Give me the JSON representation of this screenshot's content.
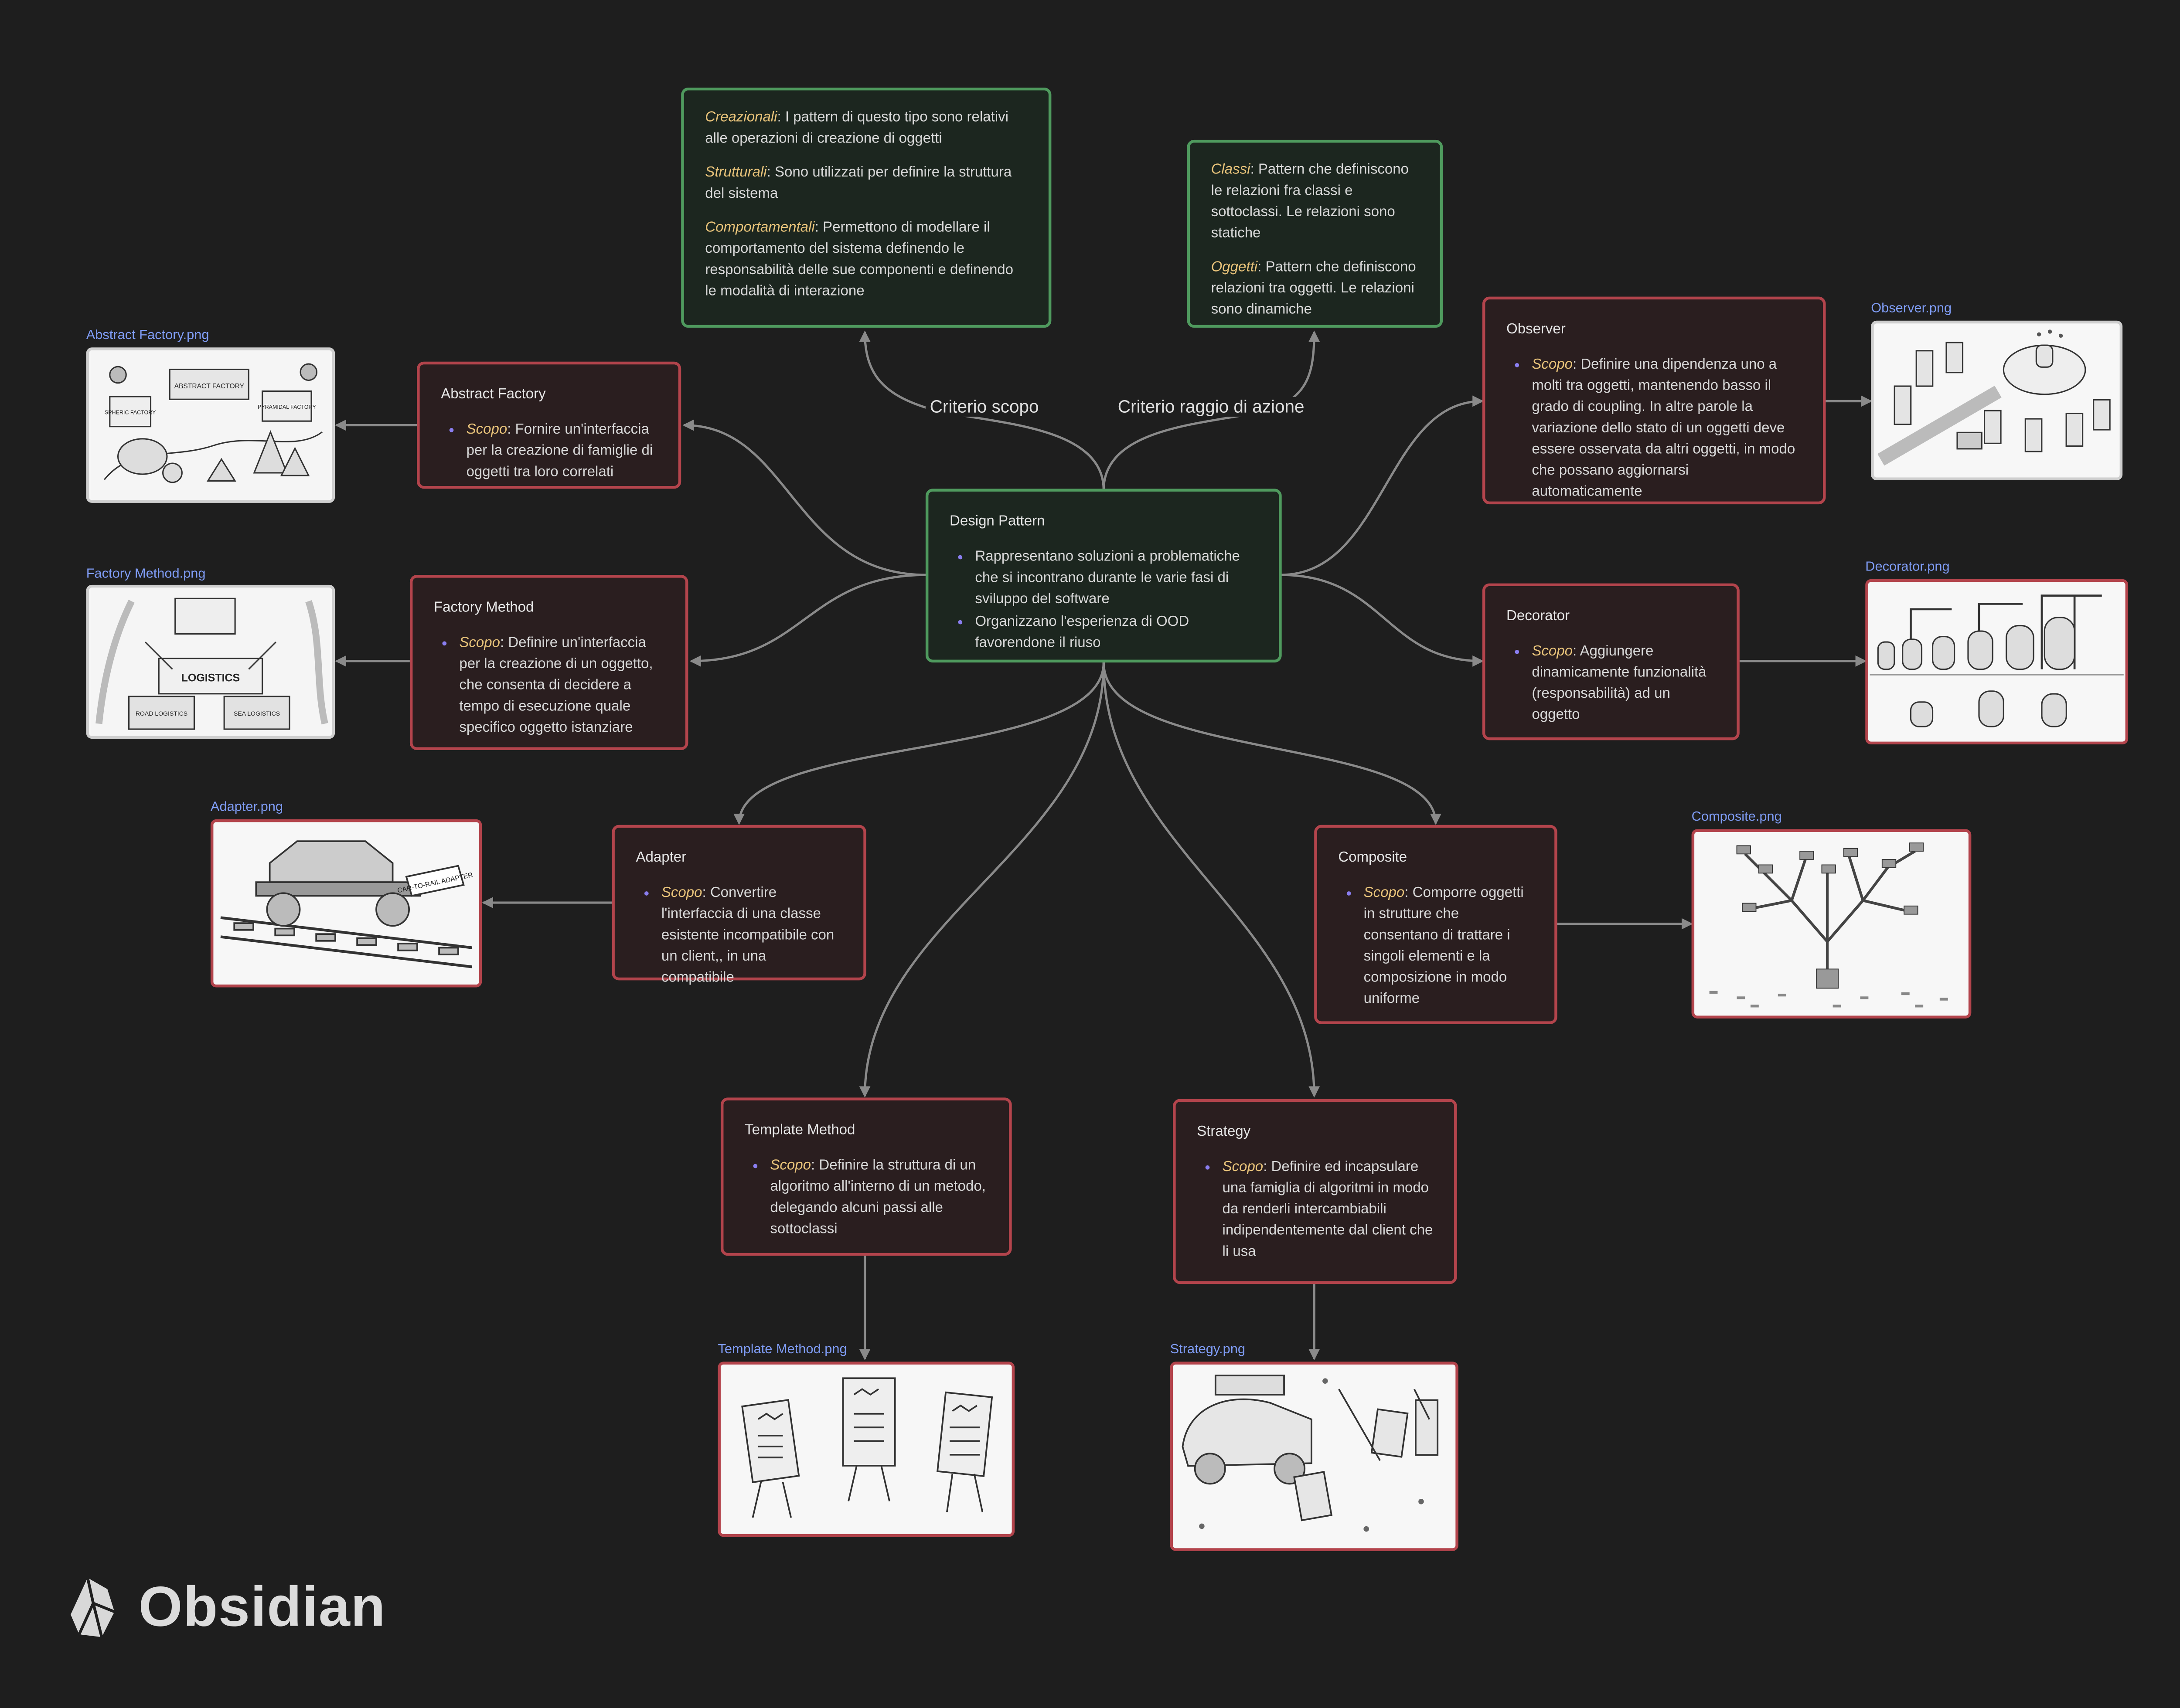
{
  "center": {
    "title": "Design Pattern",
    "bullets": [
      "Rappresentano soluzioni a problematiche che si incontrano durante le varie fasi di sviluppo del software",
      "Organizzano l'esperienza di OOD favorendone il riuso"
    ]
  },
  "edge_labels": {
    "scopo": "Criterio scopo",
    "raggio": "Criterio raggio di azione"
  },
  "criterio_scopo": {
    "items": [
      {
        "kw": "Creazionali",
        "text": ": I pattern di questo tipo sono relativi alle operazioni di creazione di oggetti"
      },
      {
        "kw": "Strutturali",
        "text": ": Sono utilizzati per definire la struttura del sistema"
      },
      {
        "kw": "Comportamentali",
        "text": ": Permettono di modellare il comportamento del sistema definendo le responsabilità delle sue componenti e definendo le modalità di interazione"
      }
    ]
  },
  "criterio_raggio": {
    "items": [
      {
        "kw": "Classi",
        "text": ": Pattern che definiscono le relazioni fra classi e sottoclassi. Le relazioni sono statiche"
      },
      {
        "kw": "Oggetti",
        "text": ": Pattern che definiscono relazioni tra oggetti. Le relazioni sono dinamiche"
      }
    ]
  },
  "scope_kw": "Scopo",
  "patterns": {
    "abstract_factory": {
      "title": "Abstract Factory",
      "text": ": Fornire un'interfaccia per la creazione di famiglie di oggetti tra loro correlati",
      "image": "Abstract Factory.png"
    },
    "factory_method": {
      "title": "Factory Method",
      "text": ": Definire un'interfaccia per la creazione di un oggetto, che consenta di decidere a tempo di esecuzione quale specifico oggetto istanziare",
      "image": "Factory Method.png"
    },
    "adapter": {
      "title": "Adapter",
      "text": ": Convertire l'interfaccia di una classe esistente incompatibile con un client,, in una compatibile",
      "image": "Adapter.png"
    },
    "template_method": {
      "title": "Template Method",
      "text": ": Definire la struttura di un algoritmo all'interno di un metodo, delegando alcuni passi alle sottoclassi",
      "image": "Template Method.png"
    },
    "strategy": {
      "title": "Strategy",
      "text": ": Definire ed incapsulare una famiglia di algoritmi in modo da renderli intercambiabili indipendentemente dal client che li usa",
      "image": "Strategy.png"
    },
    "composite": {
      "title": "Composite",
      "text": ": Comporre oggetti in strutture che consentano di trattare i singoli elementi e la composizione in modo uniforme",
      "image": "Composite.png"
    },
    "decorator": {
      "title": "Decorator",
      "text": ": Aggiungere dinamicamente funzionalità (responsabilità) ad un oggetto",
      "image": "Decorator.png"
    },
    "observer": {
      "title": "Observer",
      "text": ": Definire una dipendenza uno a molti tra oggetti, mantenendo basso il grado di coupling. In altre parole la variazione dello stato di un oggetti deve essere osservata da altri oggetti, in modo che possano aggiornarsi automaticamente",
      "image": "Observer.png"
    }
  },
  "image_text": {
    "abstract_factory": [
      "ABSTRACT FACTORY",
      "SPHERIC FACTORY",
      "PYRAMIDAL FACTORY"
    ],
    "factory_method": [
      "LOGISTICS",
      "ROAD LOGISTICS",
      "SEA LOGISTICS"
    ],
    "adapter": [
      "CAR-TO-RAIL ADAPTER"
    ]
  },
  "brand": {
    "name": "Obsidian"
  },
  "colors": {
    "background": "#1e1e1e",
    "green_border": "#4f9a5e",
    "red_border": "#b3444c",
    "keyword": "#e8c37a",
    "link": "#7f9cf5",
    "edge": "#8a8a8a"
  }
}
